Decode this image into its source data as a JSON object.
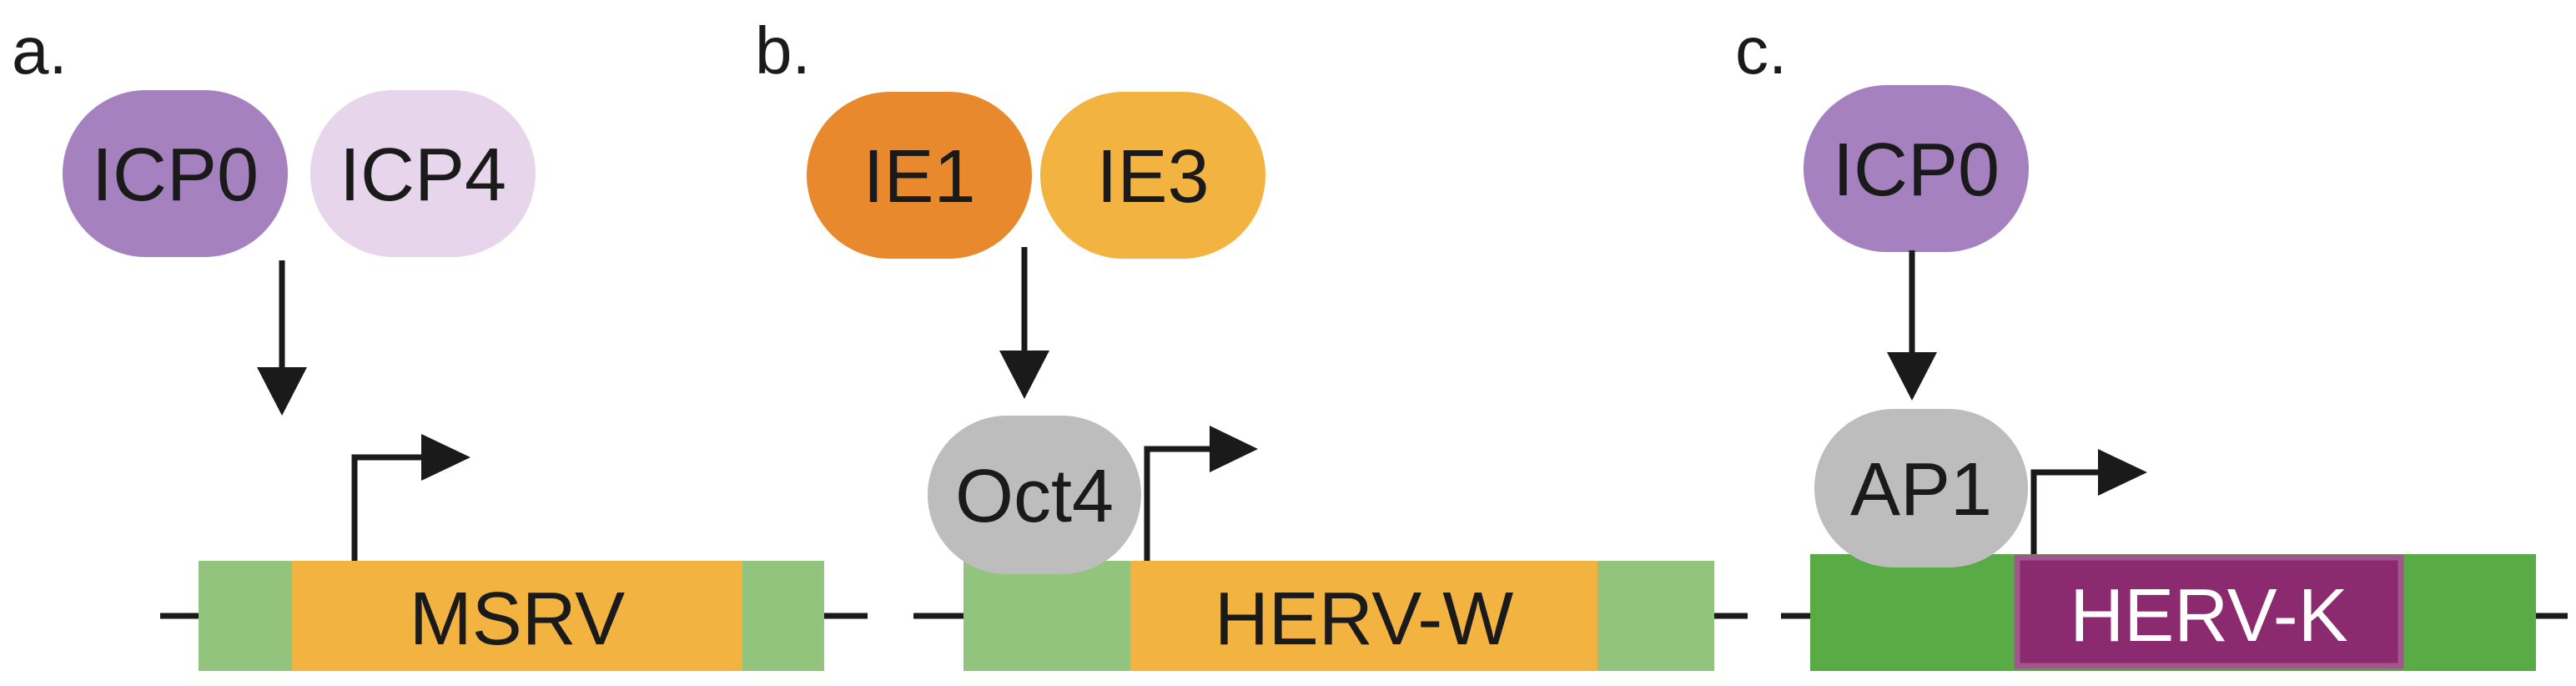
{
  "panels": {
    "a": {
      "letter": "a.",
      "proteins": [
        "ICP0",
        "ICP4"
      ],
      "gene": "MSRV"
    },
    "b": {
      "letter": "b.",
      "proteins": [
        "IE1",
        "IE3"
      ],
      "factor": "Oct4",
      "gene": "HERV-W"
    },
    "c": {
      "letter": "c.",
      "proteins": [
        "ICP0"
      ],
      "factor": "AP1",
      "gene": "HERV-K"
    }
  },
  "colors": {
    "icp0": "#a581bf",
    "icp4": "#e7d6eb",
    "ie1": "#e8892d",
    "ie3": "#f3b341",
    "factor_grey": "#bdbdbd",
    "ltr_light_green": "#93c47d",
    "ltr_green": "#58ab45",
    "orange_gene": "#f3b341",
    "purple_gene": "#8b2a6e"
  }
}
